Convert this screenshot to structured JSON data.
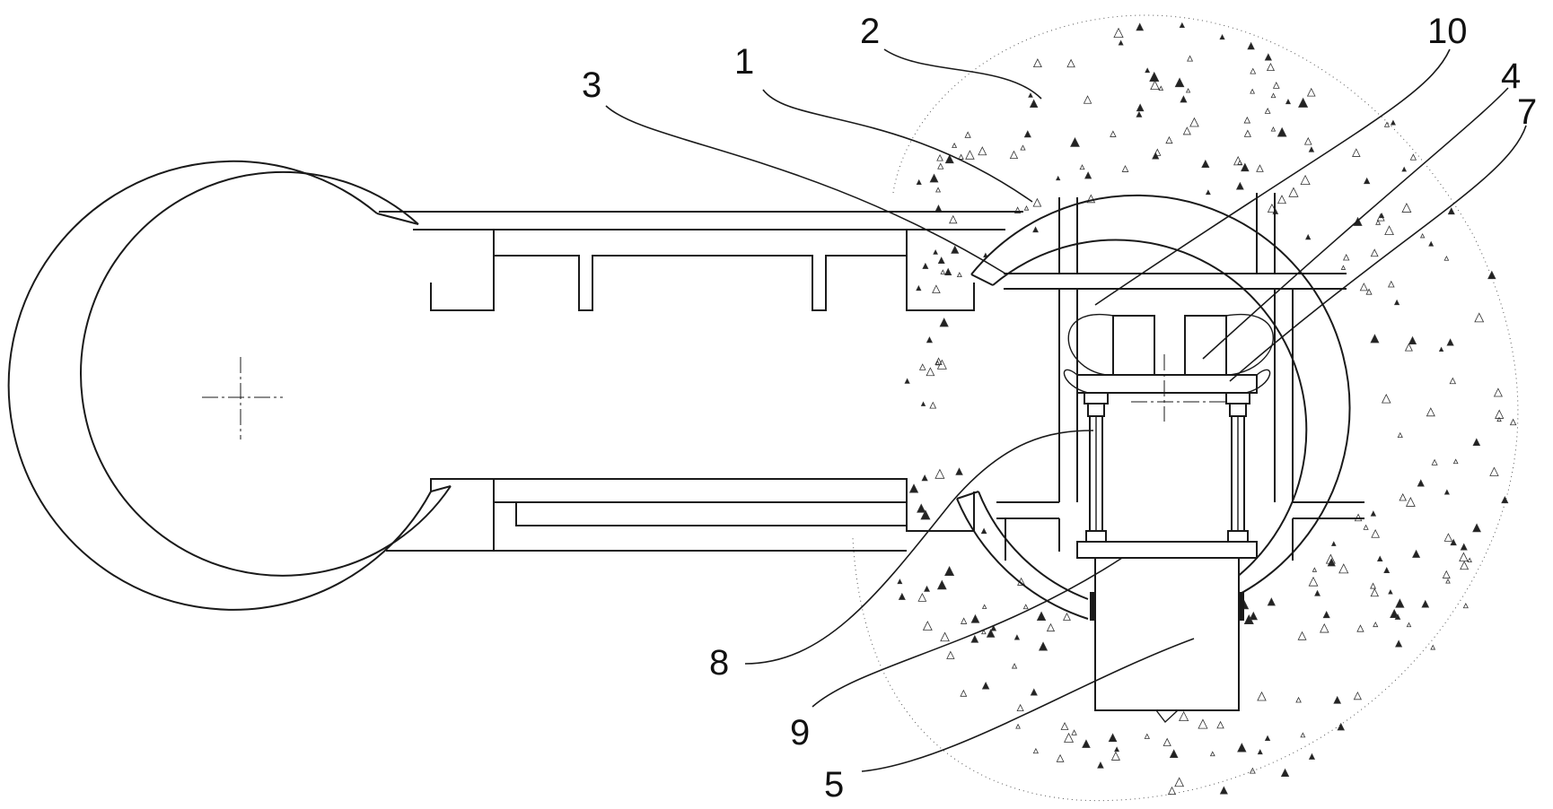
{
  "figure": {
    "labels": [
      "1",
      "2",
      "3",
      "4",
      "5",
      "7",
      "8",
      "9",
      "10"
    ]
  },
  "colors": {
    "line": "#1a1a1a",
    "background": "#ffffff"
  }
}
